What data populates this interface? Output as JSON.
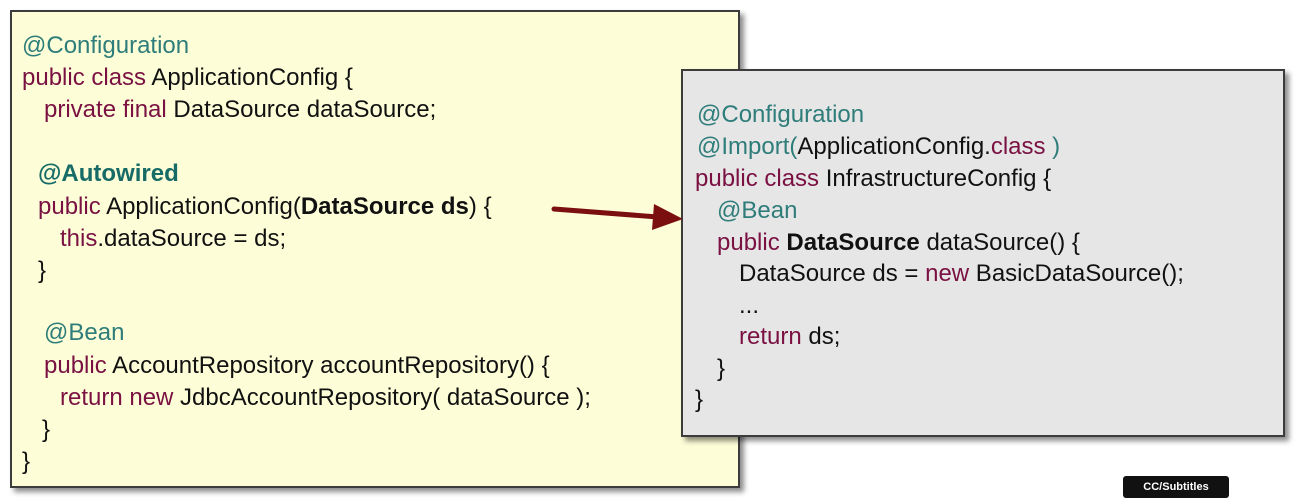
{
  "left_panel": {
    "l1": {
      "annotation": "@Configuration"
    },
    "l2": {
      "kw": "public class",
      "rest": " ApplicationConfig {"
    },
    "l3": {
      "kw": "private final",
      "rest": " DataSource dataSource;"
    },
    "l4": {
      "annotation": "@Autowired"
    },
    "l5": {
      "kw": "public",
      "a": " ApplicationConfig(",
      "bold": "DataSource ds",
      "b": ") {"
    },
    "l6": {
      "kw": "this",
      "rest": ".dataSource = ds;"
    },
    "l7": {
      "text": "}"
    },
    "l8": {
      "annotation": "@Bean"
    },
    "l9": {
      "kw": "public",
      "rest": " AccountRepository accountRepository() {"
    },
    "l10": {
      "kw": "return new",
      "rest": " JdbcAccountRepository( dataSource );"
    },
    "l11": {
      "text": "}"
    },
    "l12": {
      "text": "}"
    }
  },
  "right_panel": {
    "l1": {
      "annotation": "@Configuration"
    },
    "l2": {
      "annotation": "@Import(",
      "a": "ApplicationConfig.",
      "kw": "class",
      "b": " )"
    },
    "l3": {
      "kw": "public class",
      "rest": " InfrastructureConfig {"
    },
    "l4": {
      "annotation": "@Bean"
    },
    "l5": {
      "kw": "public",
      "bold": " DataSource",
      "rest": " dataSource() {"
    },
    "l6": {
      "a": "DataSource ds = ",
      "kw": "new",
      "b": " BasicDataSource();"
    },
    "l7": {
      "text": "..."
    },
    "l8": {
      "kw": "return",
      "rest": " ds;"
    },
    "l9": {
      "text": "}"
    },
    "l10": {
      "text": "}"
    }
  },
  "cc_badge": "CC/Subtitles",
  "colors": {
    "arrow": "#7b0f0f",
    "left_bg": "#fdfed8",
    "right_bg": "#e6e6e6"
  }
}
